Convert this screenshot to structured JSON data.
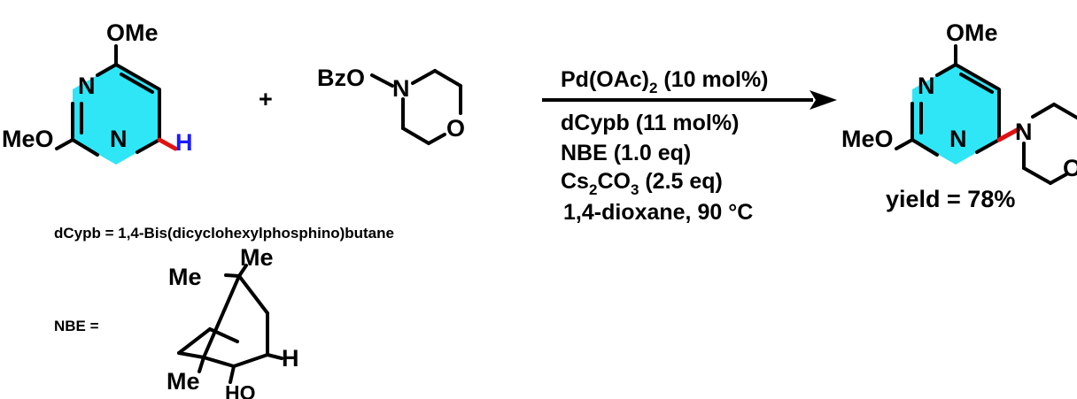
{
  "reactant1": {
    "ome_top": "OMe",
    "meo_left": "MeO",
    "n_upper": "N",
    "n_lower": "N",
    "h_atom": "H",
    "ring_color": "#2ee6f6",
    "h_color": "#1a1aff",
    "bond_highlight": "#e11111"
  },
  "plus": "+",
  "reactant2": {
    "bzo": "BzO",
    "n": "N",
    "o": "O"
  },
  "conditions": {
    "catalyst_main": "Pd(OAc)",
    "catalyst_sub": "2",
    "catalyst_rest": " (10 mol%)",
    "ligand": "dCypb (11 mol%)",
    "additive": "NBE (1.0 eq)",
    "base_main": "Cs",
    "base_sub1": "2",
    "base_mid": "CO",
    "base_sub2": "3",
    "base_rest": " (2.5 eq)",
    "solvent": "1,4-dioxane, 90 °C"
  },
  "product": {
    "ome_top": "OMe",
    "meo_left": "MeO",
    "n_upper": "N",
    "n_lower": "N",
    "morph_n": "N",
    "morph_o": "O",
    "yield": "yield = 78%"
  },
  "definitions": {
    "dcypb": "dCypb = 1,4-Bis(dicyclohexylphosphino)butane",
    "nbe_label": "NBE =",
    "nbe_me_left": "Me",
    "nbe_me_top": "Me",
    "nbe_me_bottom": "Me",
    "nbe_h": "H",
    "nbe_ho": "HO"
  }
}
